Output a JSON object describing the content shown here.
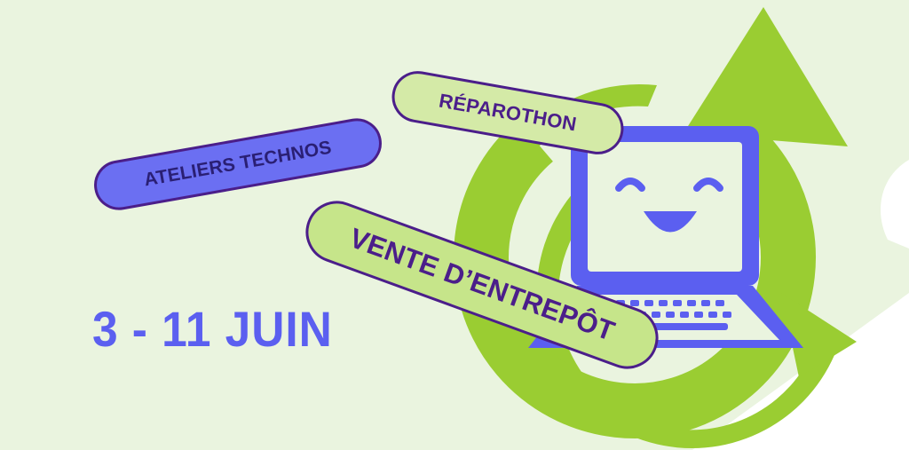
{
  "banner": {
    "tags": {
      "ateliers": "ATELIERS TECHNOS",
      "reparothon": "RÉPAROTHON",
      "vente": "VENTE D’ENTREPÔT"
    },
    "date": "3 - 11 JUIN"
  },
  "colors": {
    "background": "#eaf4df",
    "recycle_green": "#9acd32",
    "laptop_blue": "#5b5ff0",
    "outline_purple": "#4b1e8a",
    "pill_light_green": "#d4eaa7",
    "pill_blue": "#6b6ff2"
  },
  "icons": {
    "recycle": "recycle-arrow-icon",
    "laptop": "smiling-laptop-icon"
  }
}
